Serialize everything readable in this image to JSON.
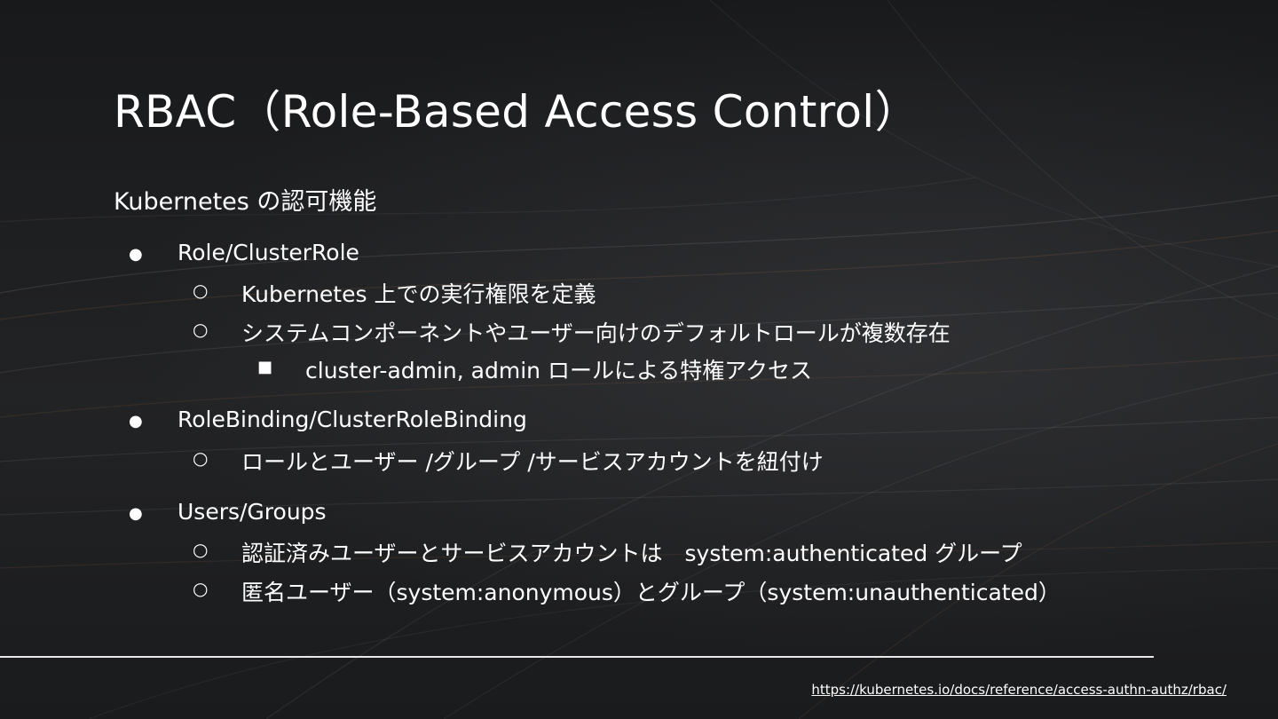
{
  "slide": {
    "title": "RBAC（Role-Based Access Control）",
    "subtitle": "Kubernetes の認可機能",
    "sections": [
      {
        "label": "Role/ClusterRole",
        "items": [
          {
            "label": "Kubernetes 上での実行権限を定義"
          },
          {
            "label": "システムコンポーネントやユーザー向けのデフォルトロールが複数存在",
            "sub": [
              "cluster-admin, admin ロールによる特権アクセス"
            ]
          }
        ]
      },
      {
        "label": "RoleBinding/ClusterRoleBinding",
        "items": [
          {
            "label": "ロールとユーザー /グループ /サービスアカウントを紐付け"
          }
        ]
      },
      {
        "label": "Users/Groups",
        "items": [
          {
            "label": "認証済みユーザーとサービスアカウントは　system:authenticated グループ"
          },
          {
            "label": "匿名ユーザー（system:anonymous）とグループ（system:unauthenticated）"
          }
        ]
      }
    ],
    "bullets": {
      "level1": "●",
      "level2": "○",
      "level3": "■"
    },
    "reference_link": "https://kubernetes.io/docs/reference/access-authn-authz/rbac/"
  },
  "colors": {
    "background": "#1b1c1e",
    "text": "#ffffff",
    "rule": "#e8e8e8"
  }
}
